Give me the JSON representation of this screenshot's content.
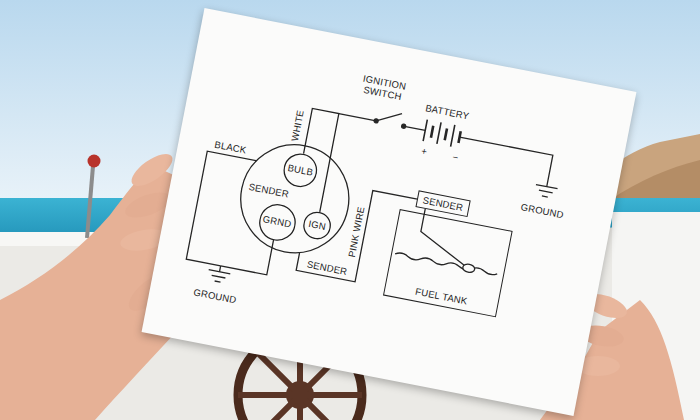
{
  "diagram": {
    "nodes": [
      {
        "text": [
          "BULB"
        ]
      },
      {
        "text": [
          "GRND"
        ]
      },
      {
        "text": [
          "IGN"
        ]
      },
      {
        "text": [
          "SENDER"
        ]
      },
      {
        "text": [
          "FUEL TANK"
        ]
      }
    ],
    "edges": [
      {
        "from": 0,
        "to": 2,
        "arrow": "none"
      }
    ],
    "labels": [
      "IGNITION SWITCH",
      "BATTERY",
      "+",
      "−",
      "BLACK",
      "WHITE",
      "GROUND",
      "SENDER",
      "PINK WIRE",
      "SENDER",
      "GROUND"
    ]
  }
}
